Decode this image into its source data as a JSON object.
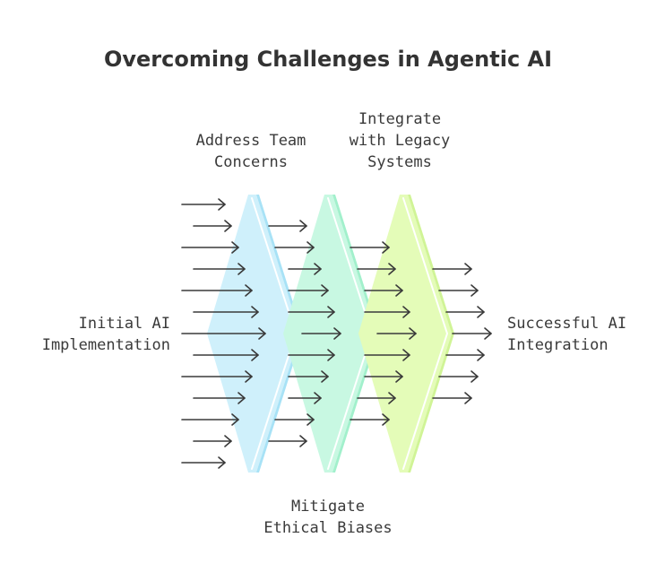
{
  "title": "Overcoming Challenges in Agentic AI",
  "start_label": "Initial AI\nImplementation",
  "end_label": "Successful AI\nIntegration",
  "stages": [
    {
      "label": "Address Team\nConcerns",
      "position": "top",
      "color": "#cff0fb",
      "edge_color": "#a8e2f6"
    },
    {
      "label": "Mitigate\nEthical Biases",
      "position": "bottom",
      "color": "#c8f8e2",
      "edge_color": "#a2f0cc"
    },
    {
      "label": "Integrate\nwith Legacy\nSystems",
      "position": "top",
      "color": "#e4fcb8",
      "edge_color": "#d0f496"
    }
  ],
  "arrow_color": "#3a3a3a"
}
